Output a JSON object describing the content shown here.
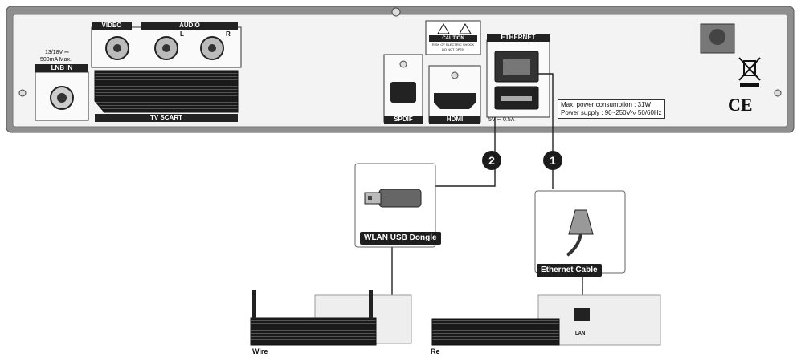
{
  "device": {
    "lnb_voltage": "13/18V ⎓",
    "lnb_current": "500mA Max.",
    "lnb_in_label": "LNB IN",
    "video_label": "VIDEO",
    "audio_label": "AUDIO",
    "audio_left": "L",
    "audio_right": "R",
    "tv_scart_label": "TV SCART",
    "caution_label": "CAUTION",
    "caution_text_1": "RISK OF ELECTRIC SHOCK",
    "caution_text_2": "DO NOT OPEN",
    "spdif_label": "SPDIF",
    "hdmi_label": "HDMI",
    "usb_label": "5V ⎓ 0.5A",
    "ethernet_label": "ETHERNET",
    "power_consumption": "Max. power consumption : 31W",
    "power_supply": "Power supply : 90~250V∿ 50/60Hz"
  },
  "callouts": {
    "step_1": "1",
    "step_2": "2",
    "wlan_usb_dongle": "WLAN USB Dongle",
    "ethernet_cable": "Ethernet Cable"
  },
  "routers": {
    "left_caption": "Wire",
    "right_caption": "Re",
    "lan_port_label": "LAN"
  },
  "colors": {
    "chassis": "#8f8f8f",
    "panel": "#f2f2f2",
    "dark": "#1e1e1e",
    "router_box": "#eeeeee"
  }
}
